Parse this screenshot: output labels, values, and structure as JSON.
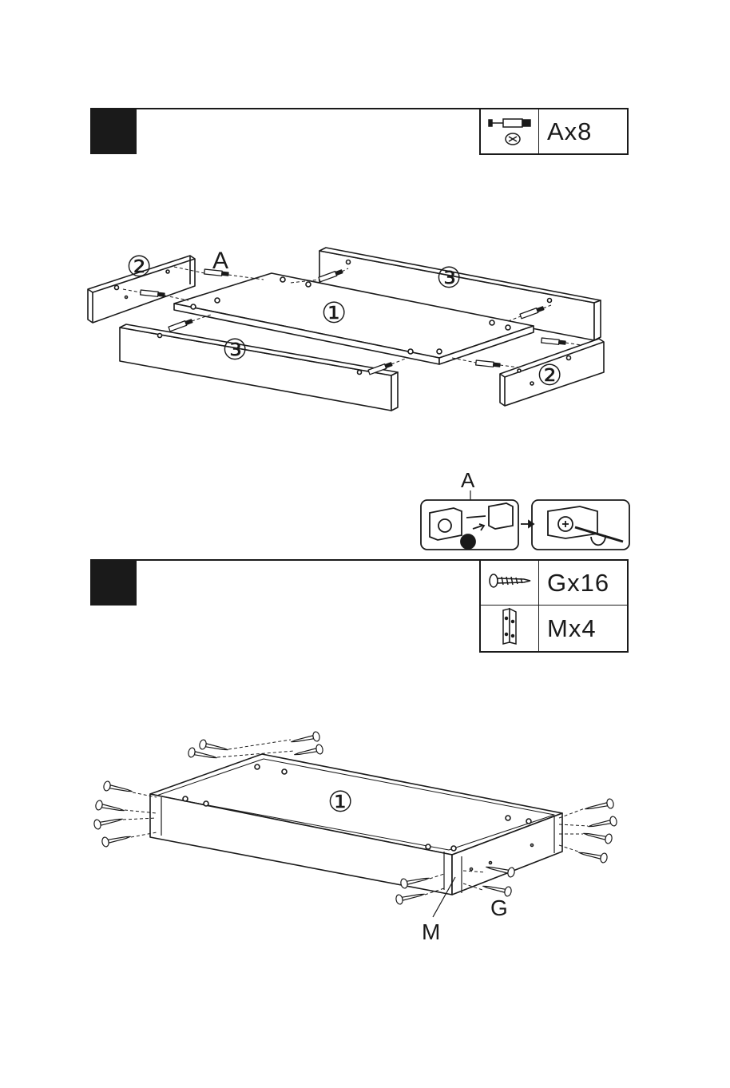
{
  "step1": {
    "parts": [
      {
        "icon": "cam-bolt-and-lock-icon",
        "quantity": "Ax8"
      }
    ],
    "labels": {
      "part_a": "A",
      "panel_1": "①",
      "panel_2_left": "②",
      "panel_2_right": "②",
      "panel_3_back": "③",
      "panel_3_front": "③"
    },
    "detail": {
      "label": "A"
    }
  },
  "step2": {
    "parts": [
      {
        "icon": "screw-icon",
        "quantity": "Gx16"
      },
      {
        "icon": "corner-bracket-icon",
        "quantity": "Mx4"
      }
    ],
    "labels": {
      "panel_1": "①",
      "screw": "G",
      "bracket": "M"
    }
  }
}
